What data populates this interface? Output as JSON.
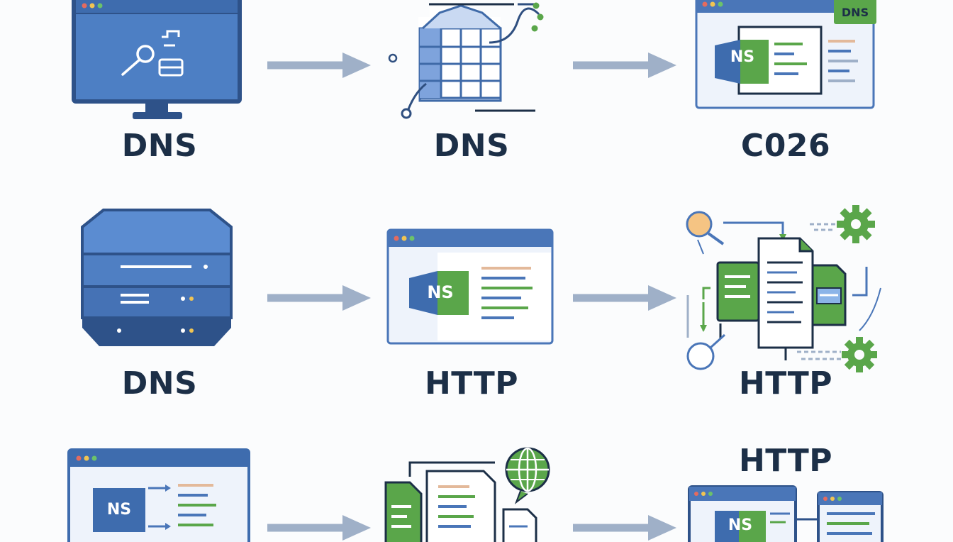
{
  "diagram": {
    "row1": {
      "a": {
        "label": "DNS",
        "icon": "monitor-search-icon"
      },
      "b": {
        "label": "DNS",
        "icon": "dns-table-icon"
      },
      "c": {
        "label": "C026",
        "icon": "ns-window-icon",
        "tag": "DNS",
        "badge": "NS"
      }
    },
    "row2": {
      "a": {
        "label": "DNS",
        "icon": "server-stack-icon"
      },
      "b": {
        "label": "HTTP",
        "icon": "ns-window-icon",
        "badge": "NS"
      },
      "c": {
        "label": "HTTP",
        "icon": "http-flow-icon"
      }
    },
    "row3": {
      "a": {
        "icon": "ns-window-icon",
        "badge": "NS"
      },
      "b": {
        "icon": "documents-globe-icon"
      },
      "c": {
        "label": "HTTP",
        "icon": "browser-windows-icon",
        "badge": "NS"
      }
    },
    "colors": {
      "blue": "#4a76b8",
      "dark": "#1c2f47",
      "green": "#5aa64a",
      "arrow": "#9fb0c8",
      "orange": "#f5c483"
    }
  }
}
